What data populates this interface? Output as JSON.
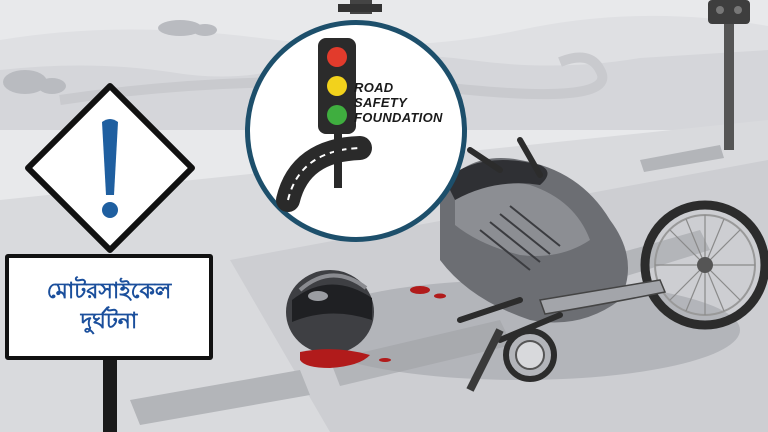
{
  "logo": {
    "text_lines": [
      "ROAD",
      "SAFETY",
      "FOUNDATION"
    ],
    "colors": {
      "ring": "#1d4f6b",
      "light_red": "#e23b2c",
      "light_yellow": "#f2d21c",
      "light_green": "#3fae3f"
    }
  },
  "warning_sign": {
    "symbol": "!",
    "board_lines": [
      "মোটরসাইকেল",
      "দুর্ঘটনা"
    ],
    "colors": {
      "text": "#1b4f9c",
      "symbol": "#1f5fa0"
    }
  },
  "scene": {
    "elements": [
      "motorcycle-icon",
      "helmet-icon",
      "traffic-light-icon",
      "blood-stain"
    ]
  }
}
